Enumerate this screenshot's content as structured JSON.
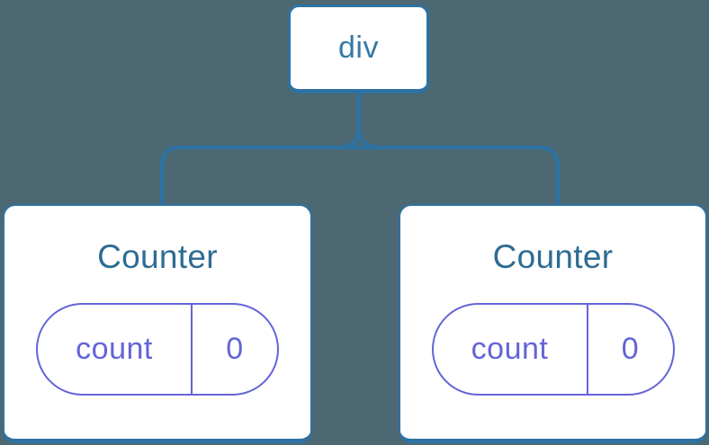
{
  "diagram": {
    "root": {
      "label": "div"
    },
    "children": [
      {
        "title": "Counter",
        "state": {
          "key": "count",
          "value": "0"
        }
      },
      {
        "title": "Counter",
        "state": {
          "key": "count",
          "value": "0"
        }
      }
    ]
  },
  "colors": {
    "background": "#4C6872",
    "tree_line": "#2E72A3",
    "root_label": "#3578A6",
    "component_title": "#2D6C93",
    "state_accent": "#6464D8",
    "card_background": "#FFFFFF"
  }
}
